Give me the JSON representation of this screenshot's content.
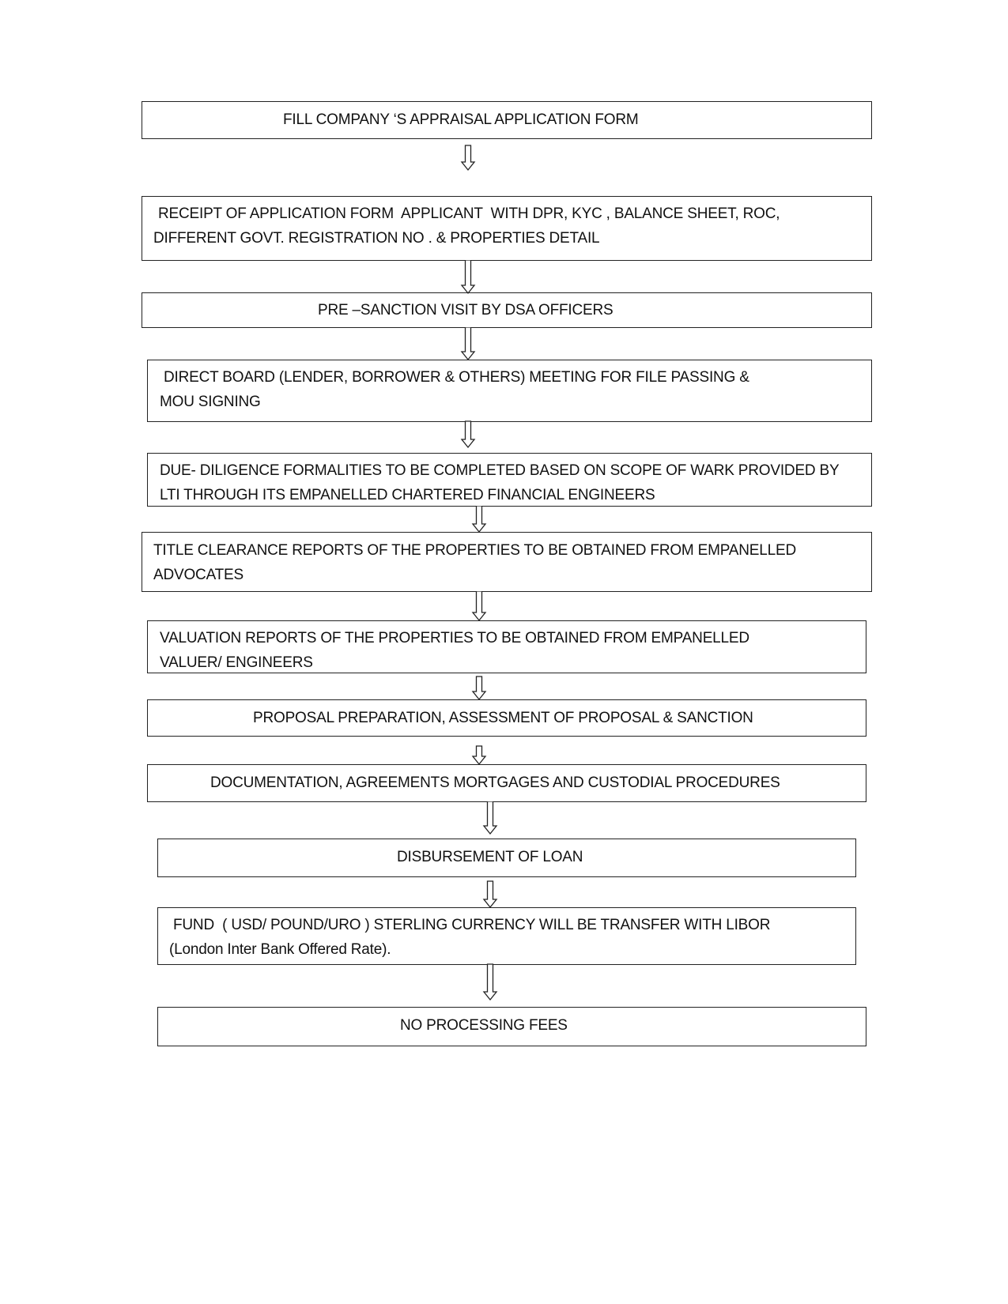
{
  "flowchart": {
    "steps": [
      {
        "label": "FILL COMPANY ‘S APPRAISAL APPLICATION FORM"
      },
      {
        "label": "RECEIPT OF APPLICATION FORM  APPLICANT  WITH DPR, KYC , BALANCE SHEET, ROC,  DIFFERENT GOVT. REGISTRATION NO . & PROPERTIES DETAIL"
      },
      {
        "label": "PRE –SANCTION VISIT BY DSA OFFICERS"
      },
      {
        "label": "DIRECT BOARD (LENDER, BORROWER & OTHERS) MEETING FOR FILE PASSING & MOU SIGNING"
      },
      {
        "label": "DUE- DILIGENCE FORMALITIES TO BE COMPLETED BASED ON SCOPE OF WARK PROVIDED BY LTI THROUGH ITS EMPANELLED CHARTERED FINANCIAL ENGINEERS"
      },
      {
        "label": "TITLE CLEARANCE REPORTS OF THE PROPERTIES TO BE OBTAINED FROM EMPANELLED ADVOCATES"
      },
      {
        "label": "VALUATION REPORTS OF THE PROPERTIES TO BE OBTAINED FROM EMPANELLED VALUER/ ENGINEERS"
      },
      {
        "label": "PROPOSAL PREPARATION, ASSESSMENT OF PROPOSAL & SANCTION"
      },
      {
        "label": "DOCUMENTATION, AGREEMENTS MORTGAGES AND CUSTODIAL PROCEDURES"
      },
      {
        "label": "DISBURSEMENT OF LOAN"
      },
      {
        "label": "FUND  ( USD/ POUND/URO ) STERLING CURRENCY WILL BE TRANSFER WITH LIBOR (London Inter Bank Offered Rate)."
      },
      {
        "label": "NO PROCESSING FEES"
      }
    ]
  }
}
